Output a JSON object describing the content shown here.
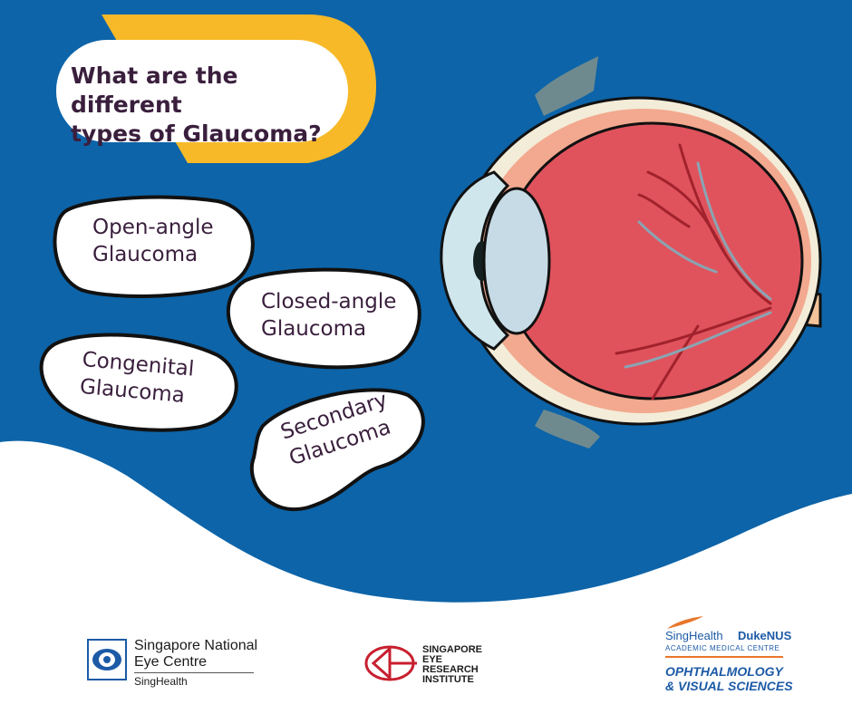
{
  "header": {
    "title_line1": "What are the different",
    "title_line2": "types of Glaucoma?"
  },
  "glaucoma_types": [
    {
      "line1": "Open-angle",
      "line2": "Glaucoma"
    },
    {
      "line1": "Closed-angle",
      "line2": "Glaucoma"
    },
    {
      "line1": "Congenital",
      "line2": "Glaucoma"
    },
    {
      "line1": "Secondary",
      "line2": "Glaucoma"
    }
  ],
  "logos": {
    "snec": {
      "line1": "Singapore National",
      "line2": "Eye Centre",
      "line3": "SingHealth"
    },
    "seri": {
      "line1": "SINGAPORE",
      "line2": "EYE",
      "line3": "RESEARCH",
      "line4": "INSTITUTE"
    },
    "amc": {
      "brand1": "SingHealth",
      "brand2": "DukeNUS",
      "subtitle": "ACADEMIC MEDICAL CENTRE",
      "line1": "OPHTHALMOLOGY",
      "line2": "& VISUAL SCIENCES"
    }
  },
  "colors": {
    "background_blue": "#0d64a8",
    "accent_yellow": "#f7b928",
    "text_dark": "#3a1f3d",
    "eye_red": "#e0535d",
    "logo_red": "#c8202f",
    "logo_blue": "#1c5aa6",
    "logo_orange": "#e8762b"
  }
}
